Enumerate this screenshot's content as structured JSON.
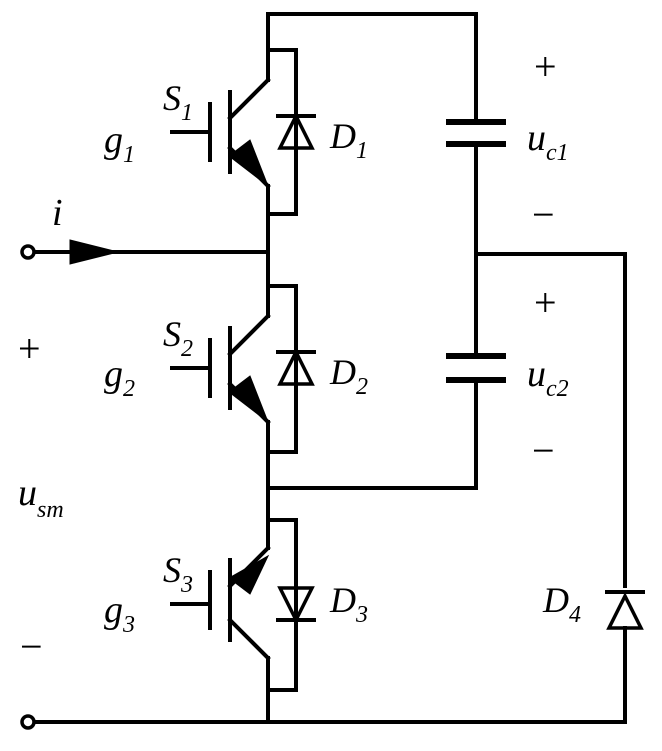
{
  "switches": [
    {
      "name": "S",
      "index": "1",
      "gate": "g",
      "gate_index": "1",
      "diode": "D",
      "diode_index": "1"
    },
    {
      "name": "S",
      "index": "2",
      "gate": "g",
      "gate_index": "2",
      "diode": "D",
      "diode_index": "2"
    },
    {
      "name": "S",
      "index": "3",
      "gate": "g",
      "gate_index": "3",
      "diode": "D",
      "diode_index": "3"
    }
  ],
  "capacitors": [
    {
      "symbol": "u",
      "subscript": "c1",
      "plus": "+",
      "minus": "−"
    },
    {
      "symbol": "u",
      "subscript": "c2",
      "plus": "+",
      "minus": "−"
    }
  ],
  "extra_diode": {
    "symbol": "D",
    "index": "4"
  },
  "current": {
    "symbol": "i"
  },
  "output_voltage": {
    "symbol": "u",
    "subscript": "sm",
    "plus": "+",
    "minus": "−"
  }
}
